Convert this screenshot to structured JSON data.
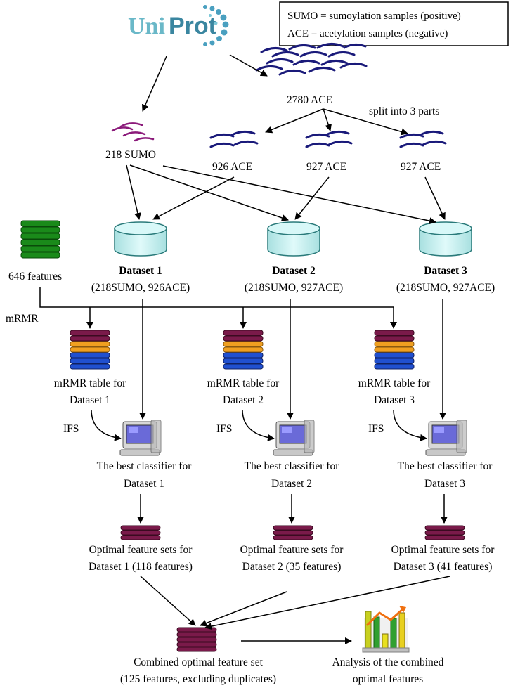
{
  "logo": {
    "text_uni": "Uni",
    "text_prot": "Prot",
    "color_dark": "#4a8fa8",
    "color_light": "#7ec8d8"
  },
  "legend": {
    "line1": "SUMO = sumoylation samples (positive)",
    "line2": "ACE = acetylation samples (negative)"
  },
  "samples": {
    "sumo": "218 SUMO",
    "ace_total": "2780 ACE",
    "split_note": "split into 3 parts",
    "ace_parts": [
      "926 ACE",
      "927 ACE",
      "927 ACE"
    ]
  },
  "features": {
    "label": "646 features",
    "mrmr": "mRMR"
  },
  "datasets": [
    {
      "title": "Dataset 1",
      "detail": "(218SUMO, 926ACE)",
      "mrmr_table": [
        "mRMR table for",
        "Dataset 1"
      ],
      "ifs": "IFS",
      "classifier": [
        "The best classifier for",
        "Dataset 1"
      ],
      "optimal": [
        "Optimal feature sets for",
        "Dataset 1 (118 features)"
      ]
    },
    {
      "title": "Dataset 2",
      "detail": "(218SUMO, 927ACE)",
      "mrmr_table": [
        "mRMR table for",
        "Dataset 2"
      ],
      "ifs": "IFS",
      "classifier": [
        "The best classifier for",
        "Dataset 2"
      ],
      "optimal": [
        "Optimal feature sets for",
        "Dataset 2 (35 features)"
      ]
    },
    {
      "title": "Dataset 3",
      "detail": "(218SUMO, 927ACE)",
      "mrmr_table": [
        "mRMR table for",
        "Dataset 3"
      ],
      "ifs": "IFS",
      "classifier": [
        "The best classifier for",
        "Dataset 3"
      ],
      "optimal": [
        "Optimal feature sets for",
        "Dataset 3 (41 features)"
      ]
    }
  ],
  "combined": [
    "Combined optimal feature set",
    "(125 features, excluding duplicates)"
  ],
  "analysis": [
    "Analysis of the combined",
    "optimal features"
  ],
  "colors": {
    "sumo_strand": "#8b1a7a",
    "ace_strand": "#1a1a7a",
    "cylinder_fill": "#c8f0f0",
    "cylinder_stroke": "#2a7a7a",
    "feature_green": "#1a7a1a",
    "stack_maroon": "#7a1a4a",
    "stack_orange": "#f0a020",
    "stack_blue": "#2050d0"
  }
}
